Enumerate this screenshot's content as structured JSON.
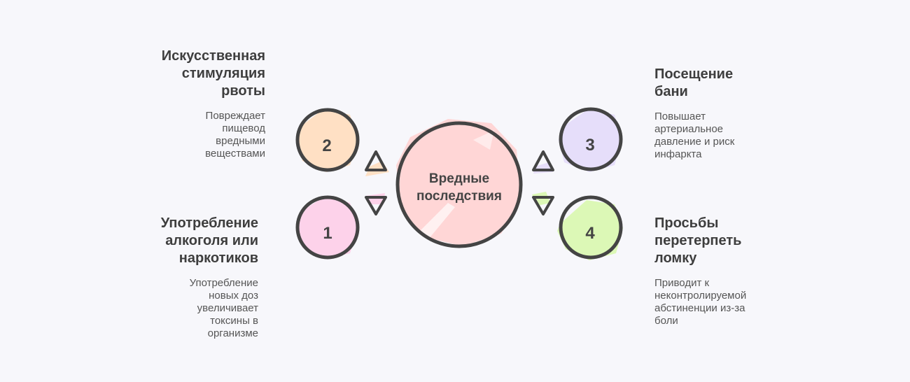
{
  "center": {
    "label_line1": "Вредные",
    "label_line2": "последствия",
    "color": "#ffd6d6"
  },
  "items": [
    {
      "number": "1",
      "title": "Употребление\nалкоголя или\nнаркотиков",
      "description": "Употребление\nновых доз\nувеличивает\nтоксины в\nорганизме",
      "color": "#fdd2ea"
    },
    {
      "number": "2",
      "title": "Искусственная\nстимуляция\nрвоты",
      "description": "Повреждает\nпищевод\nвредными\nвеществами",
      "color": "#ffe0c4"
    },
    {
      "number": "3",
      "title": "Посещение\nбани",
      "description": "Повышает\nартериальное\nдавление и риск\nинфаркта",
      "color": "#e6defa"
    },
    {
      "number": "4",
      "title": "Просьбы\nперетерпеть\nломку",
      "description": "Приводит к\nнеконтролируемой\nабстиненции из-за\nболи",
      "color": "#dcf8b6"
    }
  ],
  "colors": {
    "outline": "#444444",
    "background": "#f7f7fb"
  }
}
